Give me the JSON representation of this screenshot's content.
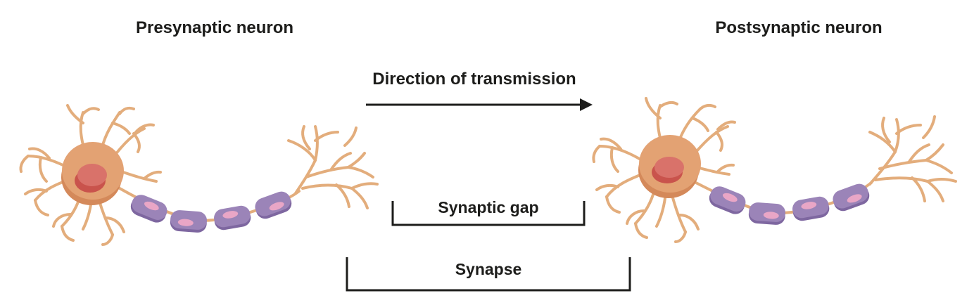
{
  "labels": {
    "presynaptic": "Presynaptic neuron",
    "postsynaptic": "Postsynaptic neuron",
    "direction": "Direction of transmission",
    "synaptic_gap": "Synaptic gap",
    "synapse": "Synapse"
  },
  "colors": {
    "text": "#1d1d1b",
    "line": "#1d1d1b",
    "dendrite": "#e3ad7c",
    "soma": "#e3a273",
    "soma_shadow": "#d4895a",
    "nucleus": "#c9534c",
    "nucleus_highlight": "#d9726a",
    "myelin": "#9b84b8",
    "myelin_dark": "#7e67a0",
    "node_highlight": "#e9a6c6"
  }
}
